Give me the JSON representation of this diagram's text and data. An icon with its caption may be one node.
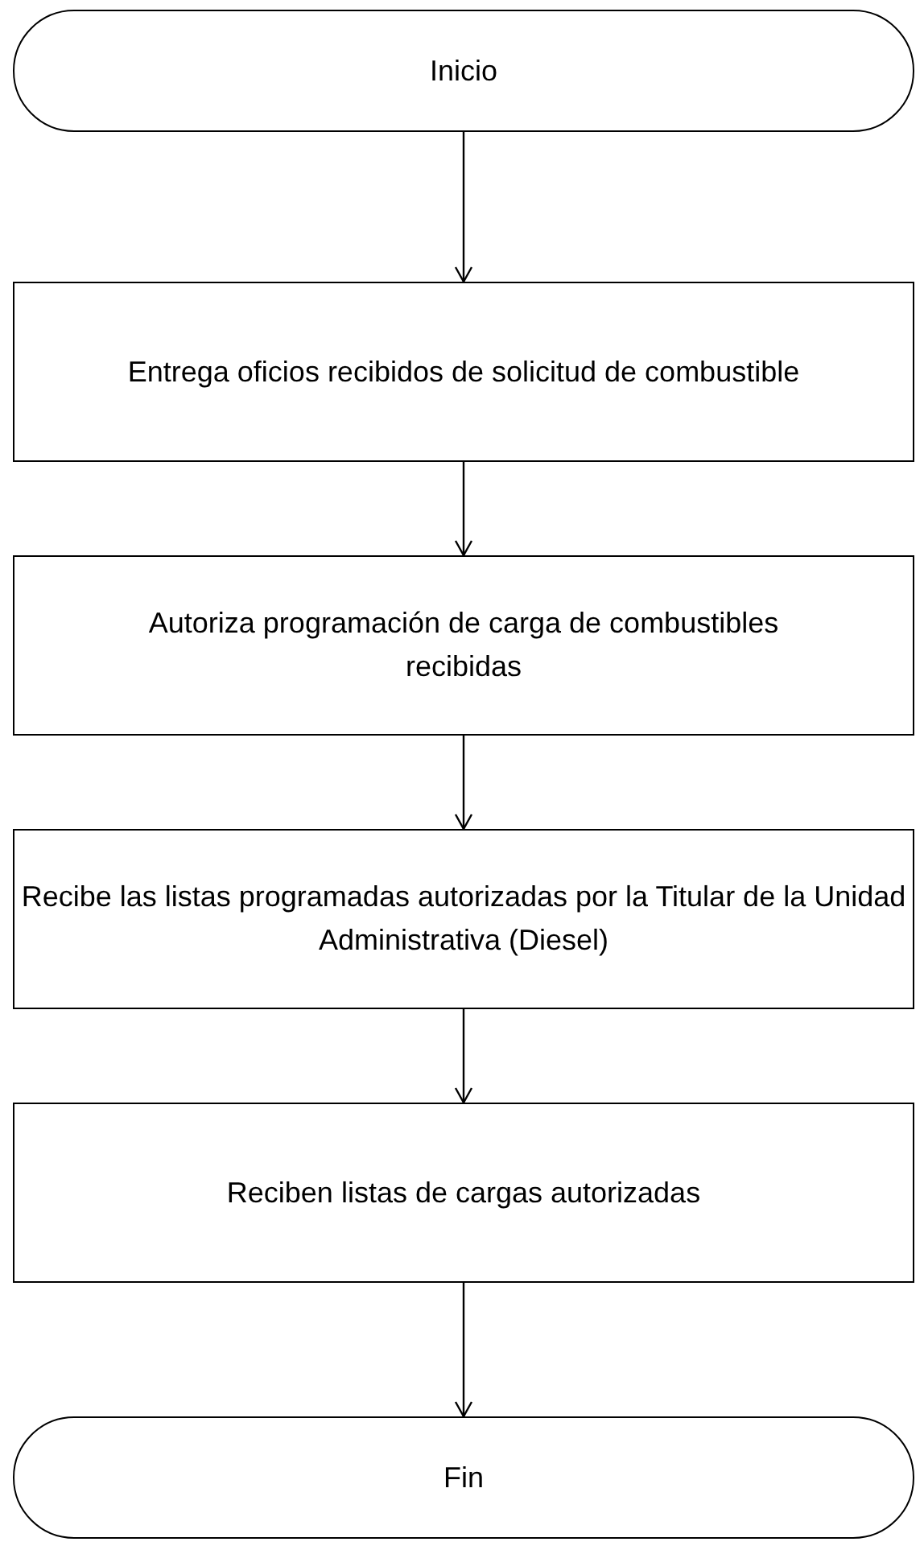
{
  "diagram": {
    "nodes": [
      {
        "text": [
          "Inicio"
        ]
      },
      {
        "text": [
          "Entrega oficios recibidos de solicitud de combustible"
        ]
      },
      {
        "text": [
          "Autoriza programación de carga de combustibles recibidas"
        ]
      },
      {
        "text": [
          "Recibe las listas programadas autorizadas por la Titular de la Unidad Administrativa (Diesel)"
        ]
      },
      {
        "text": [
          "Reciben listas de cargas autorizadas"
        ]
      },
      {
        "text": [
          "Fin"
        ]
      }
    ],
    "edges": [
      {
        "from": 0,
        "to": 1,
        "arrow": "to"
      },
      {
        "from": 1,
        "to": 2,
        "arrow": "to"
      },
      {
        "from": 2,
        "to": 3,
        "arrow": "to"
      },
      {
        "from": 3,
        "to": 4,
        "arrow": "to"
      },
      {
        "from": 4,
        "to": 5,
        "arrow": "to"
      }
    ]
  }
}
